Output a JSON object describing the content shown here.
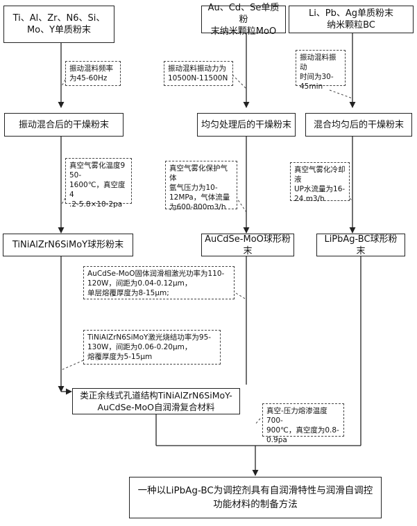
{
  "sources": {
    "a": "Ti、Al、Zr、N6、Si、\nMo、Y单质粉末",
    "b": "Au、Cd、Se单质粉\n末纳米颗粒MoO",
    "c": "Li、Pb、Ag单质粉末\n纳米颗粒BC"
  },
  "mix_notes": {
    "a": "振动混料频率\n为45-60Hz",
    "b": "振动混料振动力为\n10500N-11500N",
    "c": "振动混料振动\n时间为30-\n45min"
  },
  "dry_powders": {
    "a": "振动混合后的干燥粉末",
    "b": "均匀处理后的干燥粉末",
    "c": "混合均匀后的干燥粉末"
  },
  "atomize_notes": {
    "a": "真空气雾化温度9\n50-\n1600℃，真空度4\n.2-5.8×10-2pa",
    "b": "真空气雾化保护气体\n氩气压力为10-\n12MPa，气体流量\n为600-800m3/h",
    "c": "真空气雾化冷却液\nUP水流量为16-\n24 m3/h"
  },
  "spherical": {
    "a": "TiNiAlZrN6SiMoY球形粉末",
    "b": "AuCdSe-MoO球形粉末",
    "c": "LiPbAg-BC球形粉末"
  },
  "laser_notes": {
    "b": "AuCdSe-MoO固体润滑相激光功率为110-\n120W，间距为0.04-0.12μm，\n单层熔覆厚度为8-15μm;",
    "a": "TiNiAlZrN6SiMoY激光烧结功率为95-\n130W，间距为0.06-0.20μm，\n熔覆厚度为5-15μm"
  },
  "composite": "类正余线式孔道结构TiNiAlZrN6SiMoY-\nAuCdSe-MoO自润滑复合材料",
  "infiltration_note": "真空-压力熔渗温度700-\n900℃，真空度为0.8-\n0.9pa",
  "final": "一种以LiPbAg-BC为调控剂具有自润滑特性与润滑自调控\n功能材料的制备方法"
}
